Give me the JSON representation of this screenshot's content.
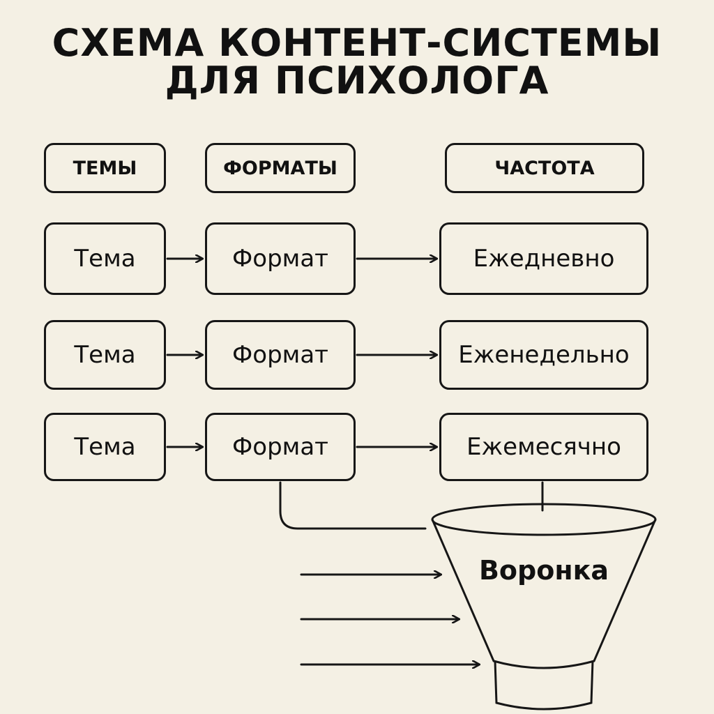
{
  "title": {
    "line1": "СХЕМА КОНТЕНТ-СИСТЕМЫ",
    "line2": "ДЛЯ ПСИХОЛОГА"
  },
  "headers": {
    "topics": "ТЕМЫ",
    "formats": "ФОРМАТЫ",
    "frequency": "ЧАСТОТА"
  },
  "rows": [
    {
      "topic": "Тема",
      "format": "Формат",
      "frequency": "Ежедневно"
    },
    {
      "topic": "Тема",
      "format": "Формат",
      "frequency": "Еженедельно"
    },
    {
      "topic": "Тема",
      "format": "Формат",
      "frequency": "Ежемесячно"
    }
  ],
  "funnel": {
    "label": "Воронка"
  }
}
